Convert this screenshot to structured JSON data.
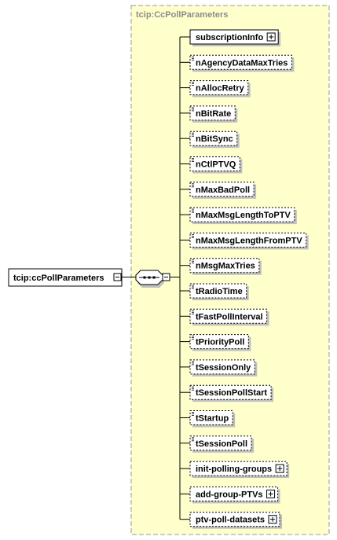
{
  "complex_type": {
    "title": "tcip:CcPollParameters"
  },
  "root": {
    "label": "tcip:ccPollParameters"
  },
  "elements": [
    {
      "label": "subscriptionInfo",
      "optional": false,
      "expandable": true
    },
    {
      "label": "nAgencyDataMaxTries",
      "optional": true,
      "expandable": false
    },
    {
      "label": "nAllocRetry",
      "optional": true,
      "expandable": false
    },
    {
      "label": "nBitRate",
      "optional": true,
      "expandable": false
    },
    {
      "label": "nBitSync",
      "optional": true,
      "expandable": false
    },
    {
      "label": "nCtlPTVQ",
      "optional": true,
      "expandable": false
    },
    {
      "label": "nMaxBadPoll",
      "optional": true,
      "expandable": false
    },
    {
      "label": "nMaxMsgLengthToPTV",
      "optional": true,
      "expandable": false
    },
    {
      "label": "nMaxMsgLengthFromPTV",
      "optional": true,
      "expandable": false
    },
    {
      "label": "nMsgMaxTries",
      "optional": true,
      "expandable": false
    },
    {
      "label": "tRadioTime",
      "optional": true,
      "expandable": false
    },
    {
      "label": "tFastPollInterval",
      "optional": true,
      "expandable": false
    },
    {
      "label": "tPriorityPoll",
      "optional": true,
      "expandable": false
    },
    {
      "label": "tSessionOnly",
      "optional": true,
      "expandable": false
    },
    {
      "label": "tSessionPollStart",
      "optional": true,
      "expandable": false
    },
    {
      "label": "tStartup",
      "optional": true,
      "expandable": false
    },
    {
      "label": "tSessionPoll",
      "optional": true,
      "expandable": false
    },
    {
      "label": "init-polling-groups",
      "optional": true,
      "expandable": true
    },
    {
      "label": "add-group-PTVs",
      "optional": true,
      "expandable": true
    },
    {
      "label": "ptv-poll-datasets",
      "optional": true,
      "expandable": true
    }
  ],
  "colors": {
    "panel_fill": "#ffffcc",
    "panel_border": "#999999",
    "box_fill": "#ffffff",
    "line": "#000000",
    "shadow": "#c0c0c0"
  }
}
